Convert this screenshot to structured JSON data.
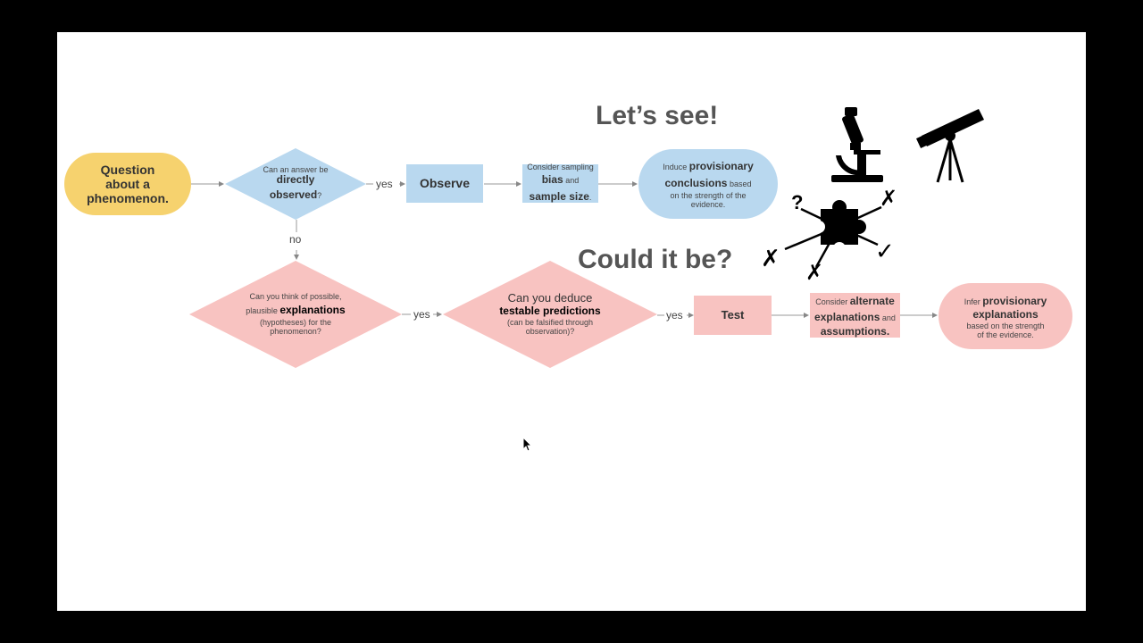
{
  "headings": {
    "lets_see": "Let’s see!",
    "could_it_be": "Could it be?"
  },
  "nodes": {
    "question": [
      "Question",
      "about a",
      "phenomenon."
    ],
    "directly_observed": {
      "l1": "Can an answer be",
      "l2": "directly",
      "l3a": "observed",
      "l3b": "?"
    },
    "observe": "Observe",
    "sampling": {
      "l1": "Consider sampling",
      "l2a": "bias",
      "l2b": " and",
      "l3a": "sample size",
      "l3b": "."
    },
    "induce": {
      "l1a": "Induce ",
      "l1b": "provisionary",
      "l2a": "conclusions",
      "l2b": " based",
      "l3": "on the strength of the",
      "l4": "evidence."
    },
    "explanations": {
      "l1": "Can you think of possible,",
      "l2a": "plausible ",
      "l2b": "explanations",
      "l3": "(hypotheses) for the",
      "l4": "phenomenon?"
    },
    "testable": {
      "l1": "Can you deduce",
      "l2": "testable predictions",
      "l3": "(can be falsified through",
      "l4": "observation)?"
    },
    "test": "Test",
    "alternate": {
      "l1a": "Consider ",
      "l1b": "alternate",
      "l2a": "explanations",
      "l2b": " and",
      "l3": "assumptions."
    },
    "infer": {
      "l1a": "Infer ",
      "l1b": "provisionary",
      "l2": "explanations",
      "l3": "based on the strength",
      "l4": "of the evidence."
    }
  },
  "edge_labels": {
    "yes1": "yes",
    "no": "no",
    "yes2": "yes",
    "yes3": "yes"
  },
  "icons": {
    "microscope": "microscope-icon",
    "telescope": "telescope-icon",
    "puzzle": "puzzle-icon",
    "question_mark": "?",
    "check": "✓",
    "cross": "✗"
  },
  "colors": {
    "yellow": "#f6d26e",
    "blue": "#b9d8ef",
    "pink": "#f8c3c1",
    "heading": "#555555"
  }
}
